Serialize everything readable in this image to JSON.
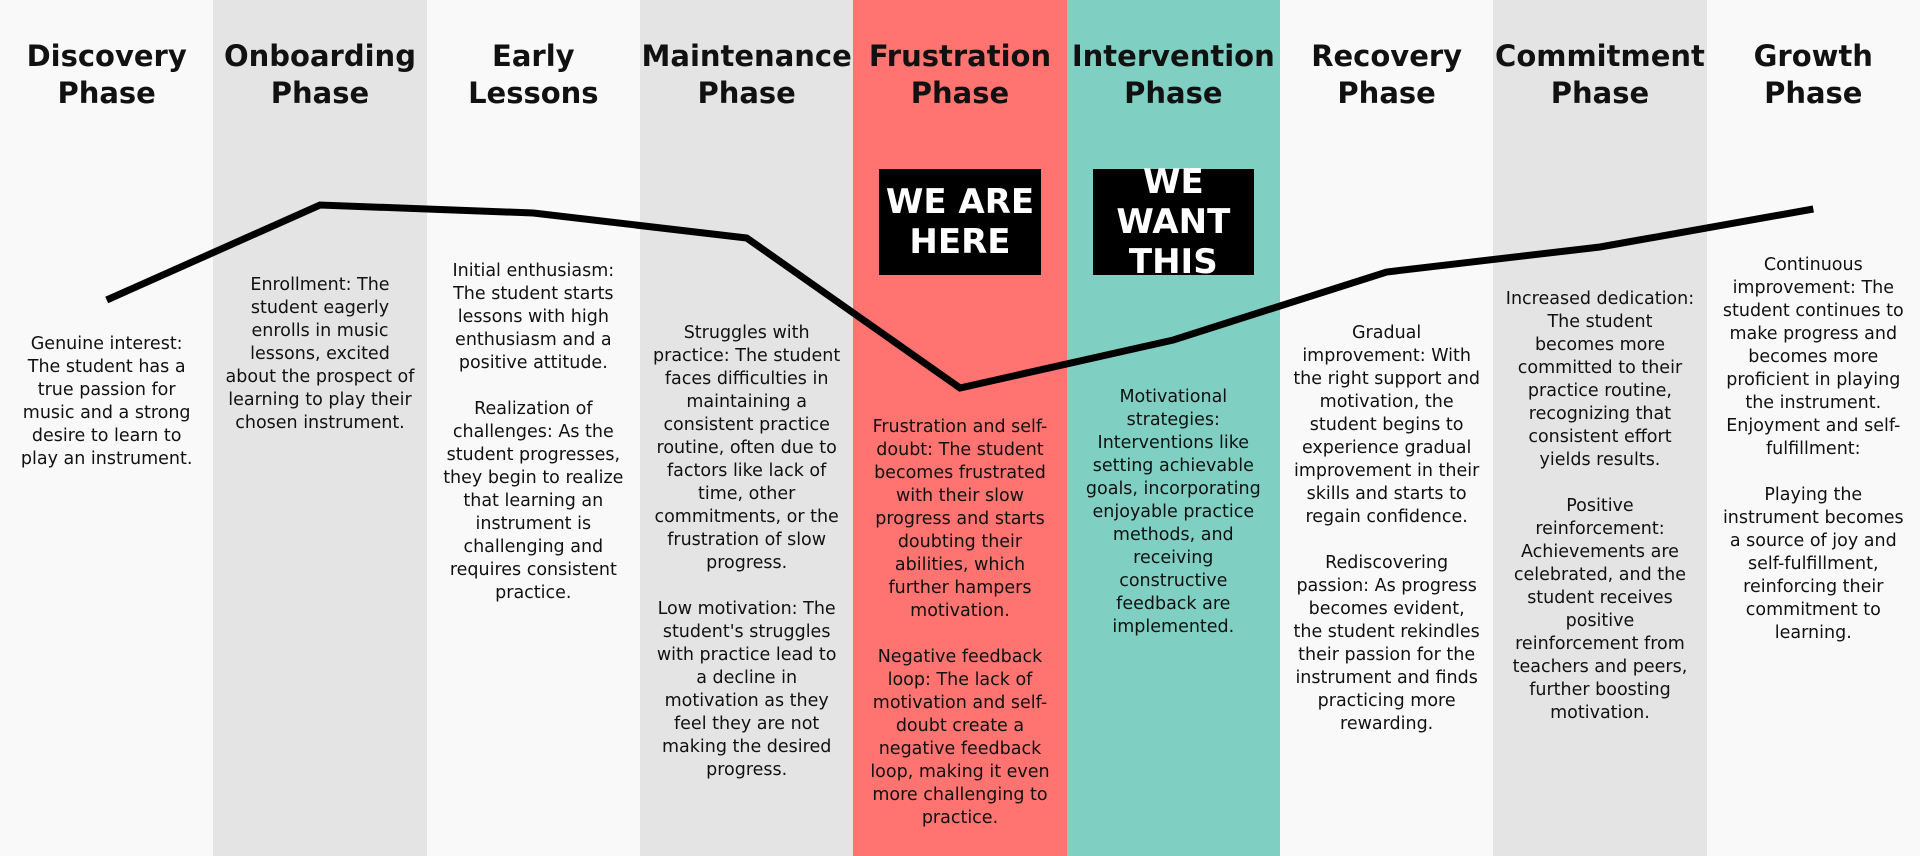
{
  "colors": {
    "background": "#f9f9f9",
    "band_light": "#f9f9f9",
    "band_dark": "#e4e4e4",
    "frustration": "#ff7370",
    "intervention": "#7fcfc3",
    "curve": "#000000",
    "callout_bg": "#000000",
    "callout_text": "#ffffff"
  },
  "phases": [
    {
      "title": "Discovery\nPhase",
      "band": "light",
      "level": 300,
      "description": "Genuine interest:\nThe student has a true passion for music and a strong desire to learn to play an instrument."
    },
    {
      "title": "Onboarding\nPhase",
      "band": "dark",
      "level": 205,
      "description": "Enrollment: The student eagerly enrolls in music lessons, excited about the prospect of learning to play their chosen instrument."
    },
    {
      "title": "Early\nLessons",
      "band": "light",
      "level": 213,
      "description": "Initial enthusiasm: The student starts lessons with high enthusiasm and a positive attitude.\n\nRealization of challenges: As the student progresses, they begin to realize that learning an instrument is challenging and requires consistent practice."
    },
    {
      "title": "Maintenance\nPhase",
      "band": "dark",
      "level": 238,
      "description": "Struggles with practice: The student faces difficulties in maintaining a consistent practice routine, often due to factors like lack of time, other commitments, or the frustration of slow progress.\n\nLow motivation: The student's struggles with practice lead to a decline in motivation as they feel they are not making the desired progress."
    },
    {
      "title": "Frustration\nPhase",
      "band": "frustration",
      "level": 388,
      "description": "Frustration and self-doubt: The student becomes frustrated with their slow progress and starts doubting their abilities, which further hampers motivation.\n\nNegative feedback loop: The lack of motivation and self-doubt create a negative feedback loop, making it even more challenging to practice."
    },
    {
      "title": "Intervention\nPhase",
      "band": "intervention",
      "level": 340,
      "description": "Motivational strategies: Interventions like setting achievable goals, incorporating enjoyable practice methods, and receiving constructive feedback are implemented."
    },
    {
      "title": "Recovery\nPhase",
      "band": "light",
      "level": 272,
      "description": "Gradual improvement: With the right support and motivation, the student begins to experience gradual improvement in their skills and starts to regain confidence.\n\nRediscovering passion: As progress becomes evident, the student rekindles their passion for the instrument and finds practicing more rewarding."
    },
    {
      "title": "Commitment\nPhase",
      "band": "dark",
      "level": 247,
      "description": "Increased dedication: The student becomes more committed to their practice routine, recognizing that consistent effort yields results.\n\nPositive reinforcement: Achievements are celebrated, and the student receives positive reinforcement from teachers and peers, further boosting motivation."
    },
    {
      "title": "Growth\nPhase",
      "band": "light",
      "level": 209,
      "description": "Continuous improvement: The student continues to make progress and becomes more proficient in playing the instrument.\n   Enjoyment and self-fulfillment:\n\nPlaying the instrument becomes a source of joy and self-fulfillment, reinforcing their commitment to learning."
    }
  ],
  "callouts": [
    {
      "text": "WE ARE\nHERE",
      "phase": 4
    },
    {
      "text": "WE WANT\nTHIS",
      "phase": 5
    }
  ]
}
